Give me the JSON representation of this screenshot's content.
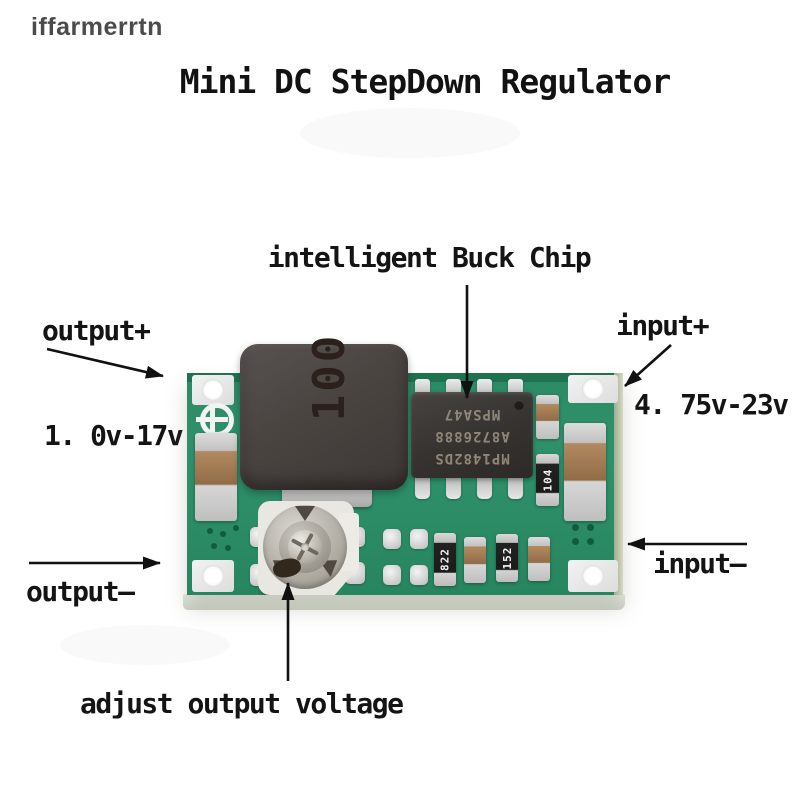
{
  "watermark": "iffarmerrtn",
  "title": "Mini DC StepDown Regulator",
  "annotations": {
    "buck_chip": "intelligent Buck Chip",
    "output_plus": "output+",
    "output_voltage_range": "1. 0v-17v",
    "input_plus": "input+",
    "input_voltage_range": "4. 75v-23v",
    "output_minus": "output—",
    "input_minus": "input—",
    "adjust": "adjust output voltage"
  },
  "board": {
    "inductor_marking": "100",
    "chip_marking_lines": [
      "MP1482DS",
      "A8726888",
      "MPSA47"
    ],
    "cap_marking": "104",
    "resistor_1_marking": "822",
    "resistor_2_marking": "152"
  },
  "colors": {
    "pcb_green": "#2e8e68",
    "pcb_green_dark": "#17704e",
    "pad_white": "#ededed",
    "component_brown": "#a07c55",
    "inductor_dark": "#48423f",
    "chip_black": "#38342f",
    "solder_silver": "#cfcfcf",
    "label_text": "#141414",
    "watermark_text": "#4b4b4b",
    "background": "#ffffff"
  }
}
